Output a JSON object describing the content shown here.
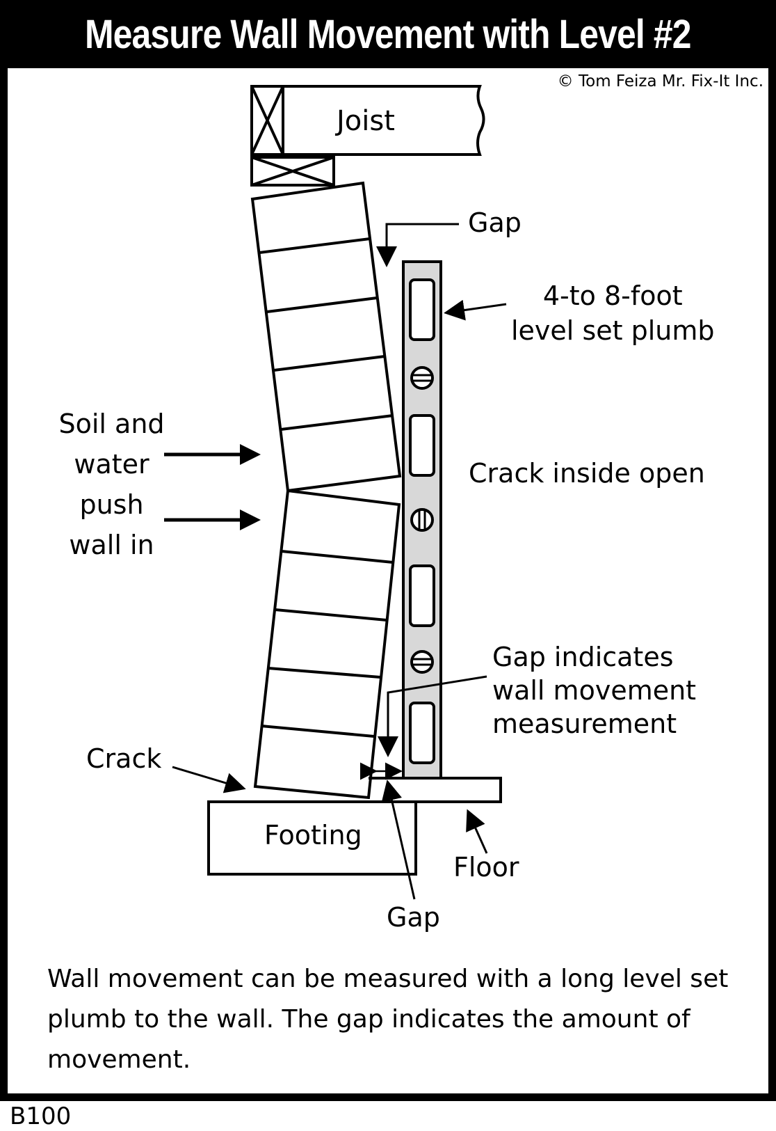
{
  "title": "Measure Wall Movement with Level #2",
  "copyright": "© Tom Feiza Mr. Fix-It Inc.",
  "labels": {
    "joist": "Joist",
    "gap_top": "Gap",
    "level_line1": "4-to 8-foot",
    "level_line2": "level set plumb",
    "soil_line1": "Soil and",
    "soil_line2": "water",
    "soil_line3": "push",
    "soil_line4": "wall in",
    "crack_inside": "Crack inside open",
    "gap_ind_line1": "Gap indicates",
    "gap_ind_line2": "wall movement",
    "gap_ind_line3": "measurement",
    "crack": "Crack",
    "footing": "Footing",
    "floor": "Floor",
    "gap_bottom": "Gap"
  },
  "caption": "Wall movement can be measured with a long level set plumb to the wall. The gap indicates the amount of movement.",
  "code": "B100"
}
